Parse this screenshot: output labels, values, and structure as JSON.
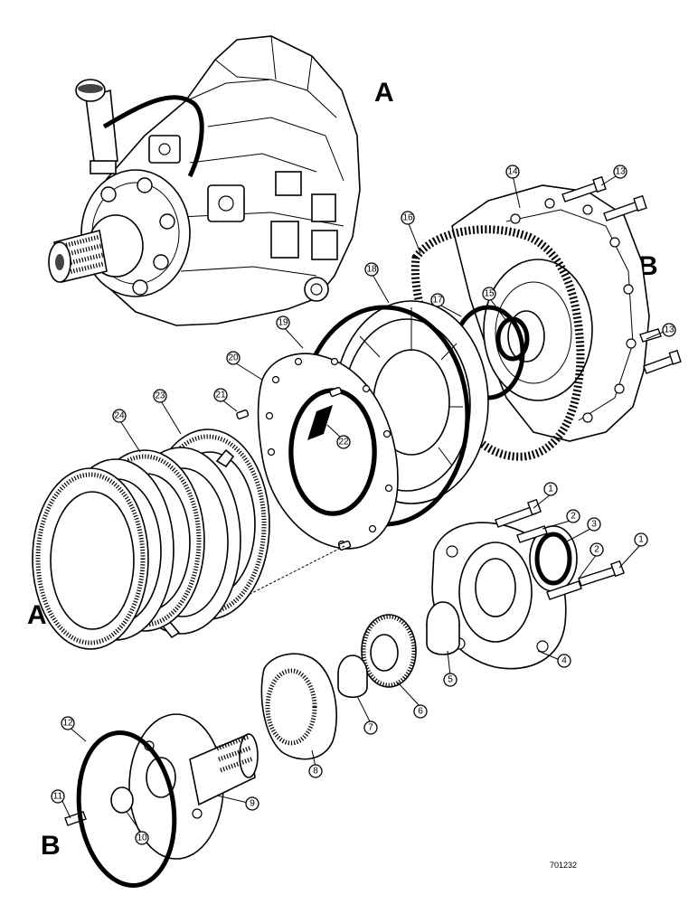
{
  "section_labels": {
    "A_top": "A",
    "B_right": "B",
    "A_left": "A",
    "B_bottom": "B"
  },
  "drawing_number": "701232",
  "callouts": [
    "1",
    "2",
    "3",
    "2",
    "1",
    "4",
    "5",
    "6",
    "7",
    "8",
    "9",
    "10",
    "11",
    "12",
    "13",
    "14",
    "13",
    "15",
    "16",
    "17",
    "18",
    "19",
    "20",
    "21",
    "22",
    "23",
    "24"
  ]
}
